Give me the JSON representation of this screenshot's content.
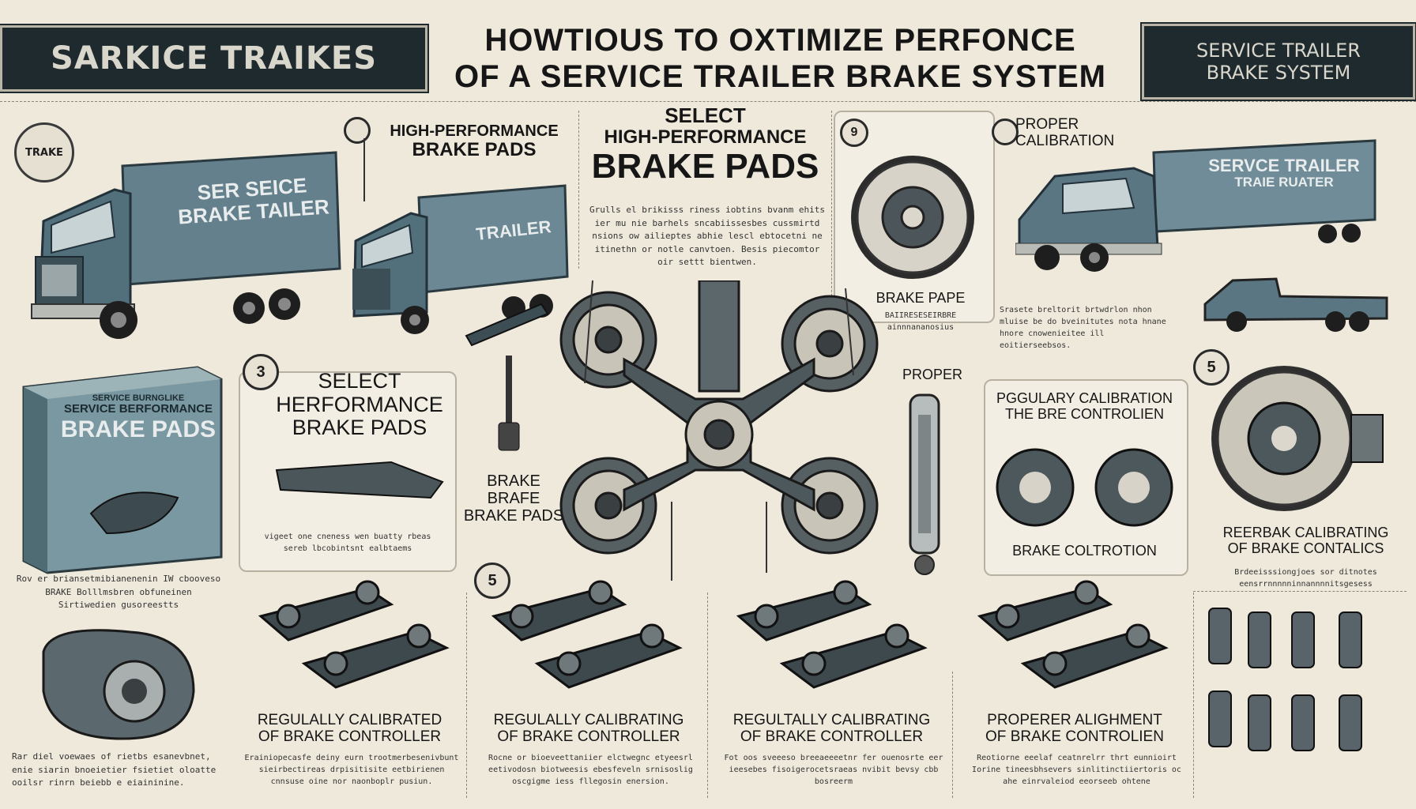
{
  "header": {
    "left_banner": "SARKICE TRAIKES",
    "title_line1": "HOWTIOUS TO OXTIMIZE PERFONCE",
    "title_line2": "OF A SERVICE TRAILER BRAKE SYSTEM",
    "right_banner_line1": "SERVICE TRAILER",
    "right_banner_line2": "BRAKE SYSTEM"
  },
  "logo": {
    "text": "TRAKE"
  },
  "truck1": {
    "side_line1": "SER SEICE",
    "side_line2": "BRAKE TAILER"
  },
  "truck2": {
    "side": "TRAILER"
  },
  "truck3": {
    "side_line1": "SERVCE TRAILER",
    "side_line2": "TRAIE RUATER"
  },
  "step_top1": {
    "number": "",
    "line1": "HIGH-PERFORMANCE",
    "line2": "BRAKE PADS"
  },
  "center_top": {
    "line1": "SELECT",
    "line2": "HIGH-PERFORMANCE",
    "line3": "BRAKE PADS",
    "body": "Grulls el brikisss riness iobtins bvanm ehits ier mu nie barhels sncabiissesbes cussmirtd nsions ow ailieptes abhie lescl ebtocetni ne itinethn or notle canvtoen. Besis piecomtor oir settt bientwen."
  },
  "step_top_disc": {
    "number": "9",
    "label": "BRAKE PAPE",
    "sub": "BAIIRESESEIRBRE ainnnananosius"
  },
  "step_top_right": {
    "line1": "PROPER",
    "line2": "CALIBRATION"
  },
  "top_right_text": "Srasete breltorit brtwdrlon nhon mluise be do bveinitutes nota hnane hnore cnowenieitee ill eoitierseebsos.",
  "box": {
    "top": "SERVICE BURNGLIKE",
    "line1": "SERVICE BERFORMANCE",
    "line2": "BRAKE PADS"
  },
  "left_text": "Rov er briansetmibianenenin IW cbooveso BRAKE Bolllmsbren obfuneinen Sirtiwedien gusoreestts",
  "step3": {
    "number": "3",
    "line1": "SELECT",
    "line2": "HERFORMANCE",
    "line3": "BRAKE PADS",
    "body": "vigeet one cneness wen buatty rbeas sereb lbcobintsnt ealbtaems"
  },
  "center_labels": {
    "line1": "BRAKE",
    "line2": "BRAFE",
    "line3": "BRAKE PADS",
    "proper": "PROPER"
  },
  "cal_panel": {
    "title_line1": "PGGULARY CALIBRATION",
    "title_line2": "THE BRE CONTROLIEN",
    "bottom": "BRAKE COLTROTION"
  },
  "step5": {
    "number": "5",
    "line1": "REERBAK CALIBRATING",
    "line2": "OF BRAKE CONTALICS",
    "body": "Brdeeisssiongjoes sor ditnotes eensrrnnnnninnannnnitsgesess"
  },
  "step5_mid": {
    "number": "5"
  },
  "bottom": [
    {
      "line1": "REGULALLY CALIBRATED",
      "line2": "OF BRAKE CONTROLLER",
      "body": "Erainiopecasfe deiny eurn trootmerbesenivbunt sieirbectireas drpisitisite eetbirienen cnnsuse oine nor naonboplr pusiun."
    },
    {
      "line1": "REGULALLY CALIBRATING",
      "line2": "OF BRAKE CONTROLLER",
      "body": "Rocne or bioeveettaniier elctwegnc etyeesrl eetivodosn biotweesis ebesfeveln srnisoslig oscgigme iess fllegosin enersion."
    },
    {
      "line1": "REGULTALLY CALIBRATING",
      "line2": "OF BRAKE CONTROLLER",
      "body": "Fot oos sveeeso breeaeeeetnr fer ouenosrte eer ieesebes fisoigerocetsraeas nvibit bevsy cbb bosreerm"
    },
    {
      "line1": "PROPERER ALIGHMENT",
      "line2": "OF BRAKE CONTROLIEN",
      "body": "Reotiorne eeelaf ceatnrelrr thrt eunnioirt Iorine tineesbhsevers sinlitinctiiertoris oc ahe einrvaleiod eeorseeb ohtene"
    }
  ],
  "bottom_left_text": "Rar diel voewaes of rietbs esanevbnet, enie siarin bnoeietier fsietiet oloatte ooilsr rinrn beiebb e eiaininine."
}
